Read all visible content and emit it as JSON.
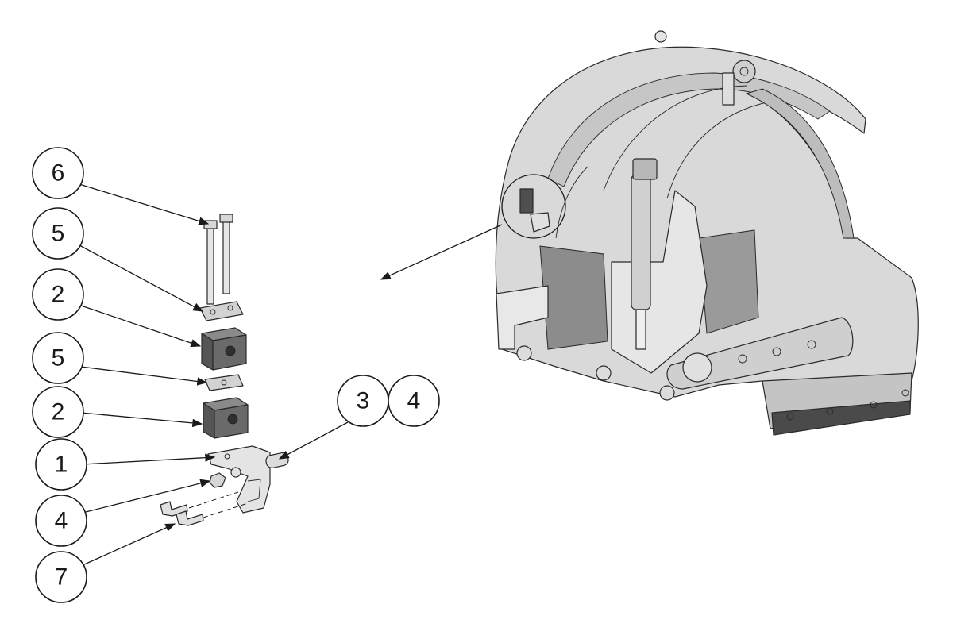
{
  "callouts": [
    {
      "id": "c6",
      "label": "6"
    },
    {
      "id": "c5a",
      "label": "5"
    },
    {
      "id": "c2a",
      "label": "2"
    },
    {
      "id": "c5b",
      "label": "5"
    },
    {
      "id": "c2b",
      "label": "2"
    },
    {
      "id": "c1",
      "label": "1"
    },
    {
      "id": "c4a",
      "label": "4"
    },
    {
      "id": "c7",
      "label": "7"
    },
    {
      "id": "c3",
      "label": "3"
    },
    {
      "id": "c4b",
      "label": "4"
    }
  ],
  "colors": {
    "line": "#1a1a1a",
    "housing": "#d4d4d4",
    "housing_shade": "#a9a9a9",
    "block": "#5c5c5c",
    "metal": "#e2e2e2"
  }
}
